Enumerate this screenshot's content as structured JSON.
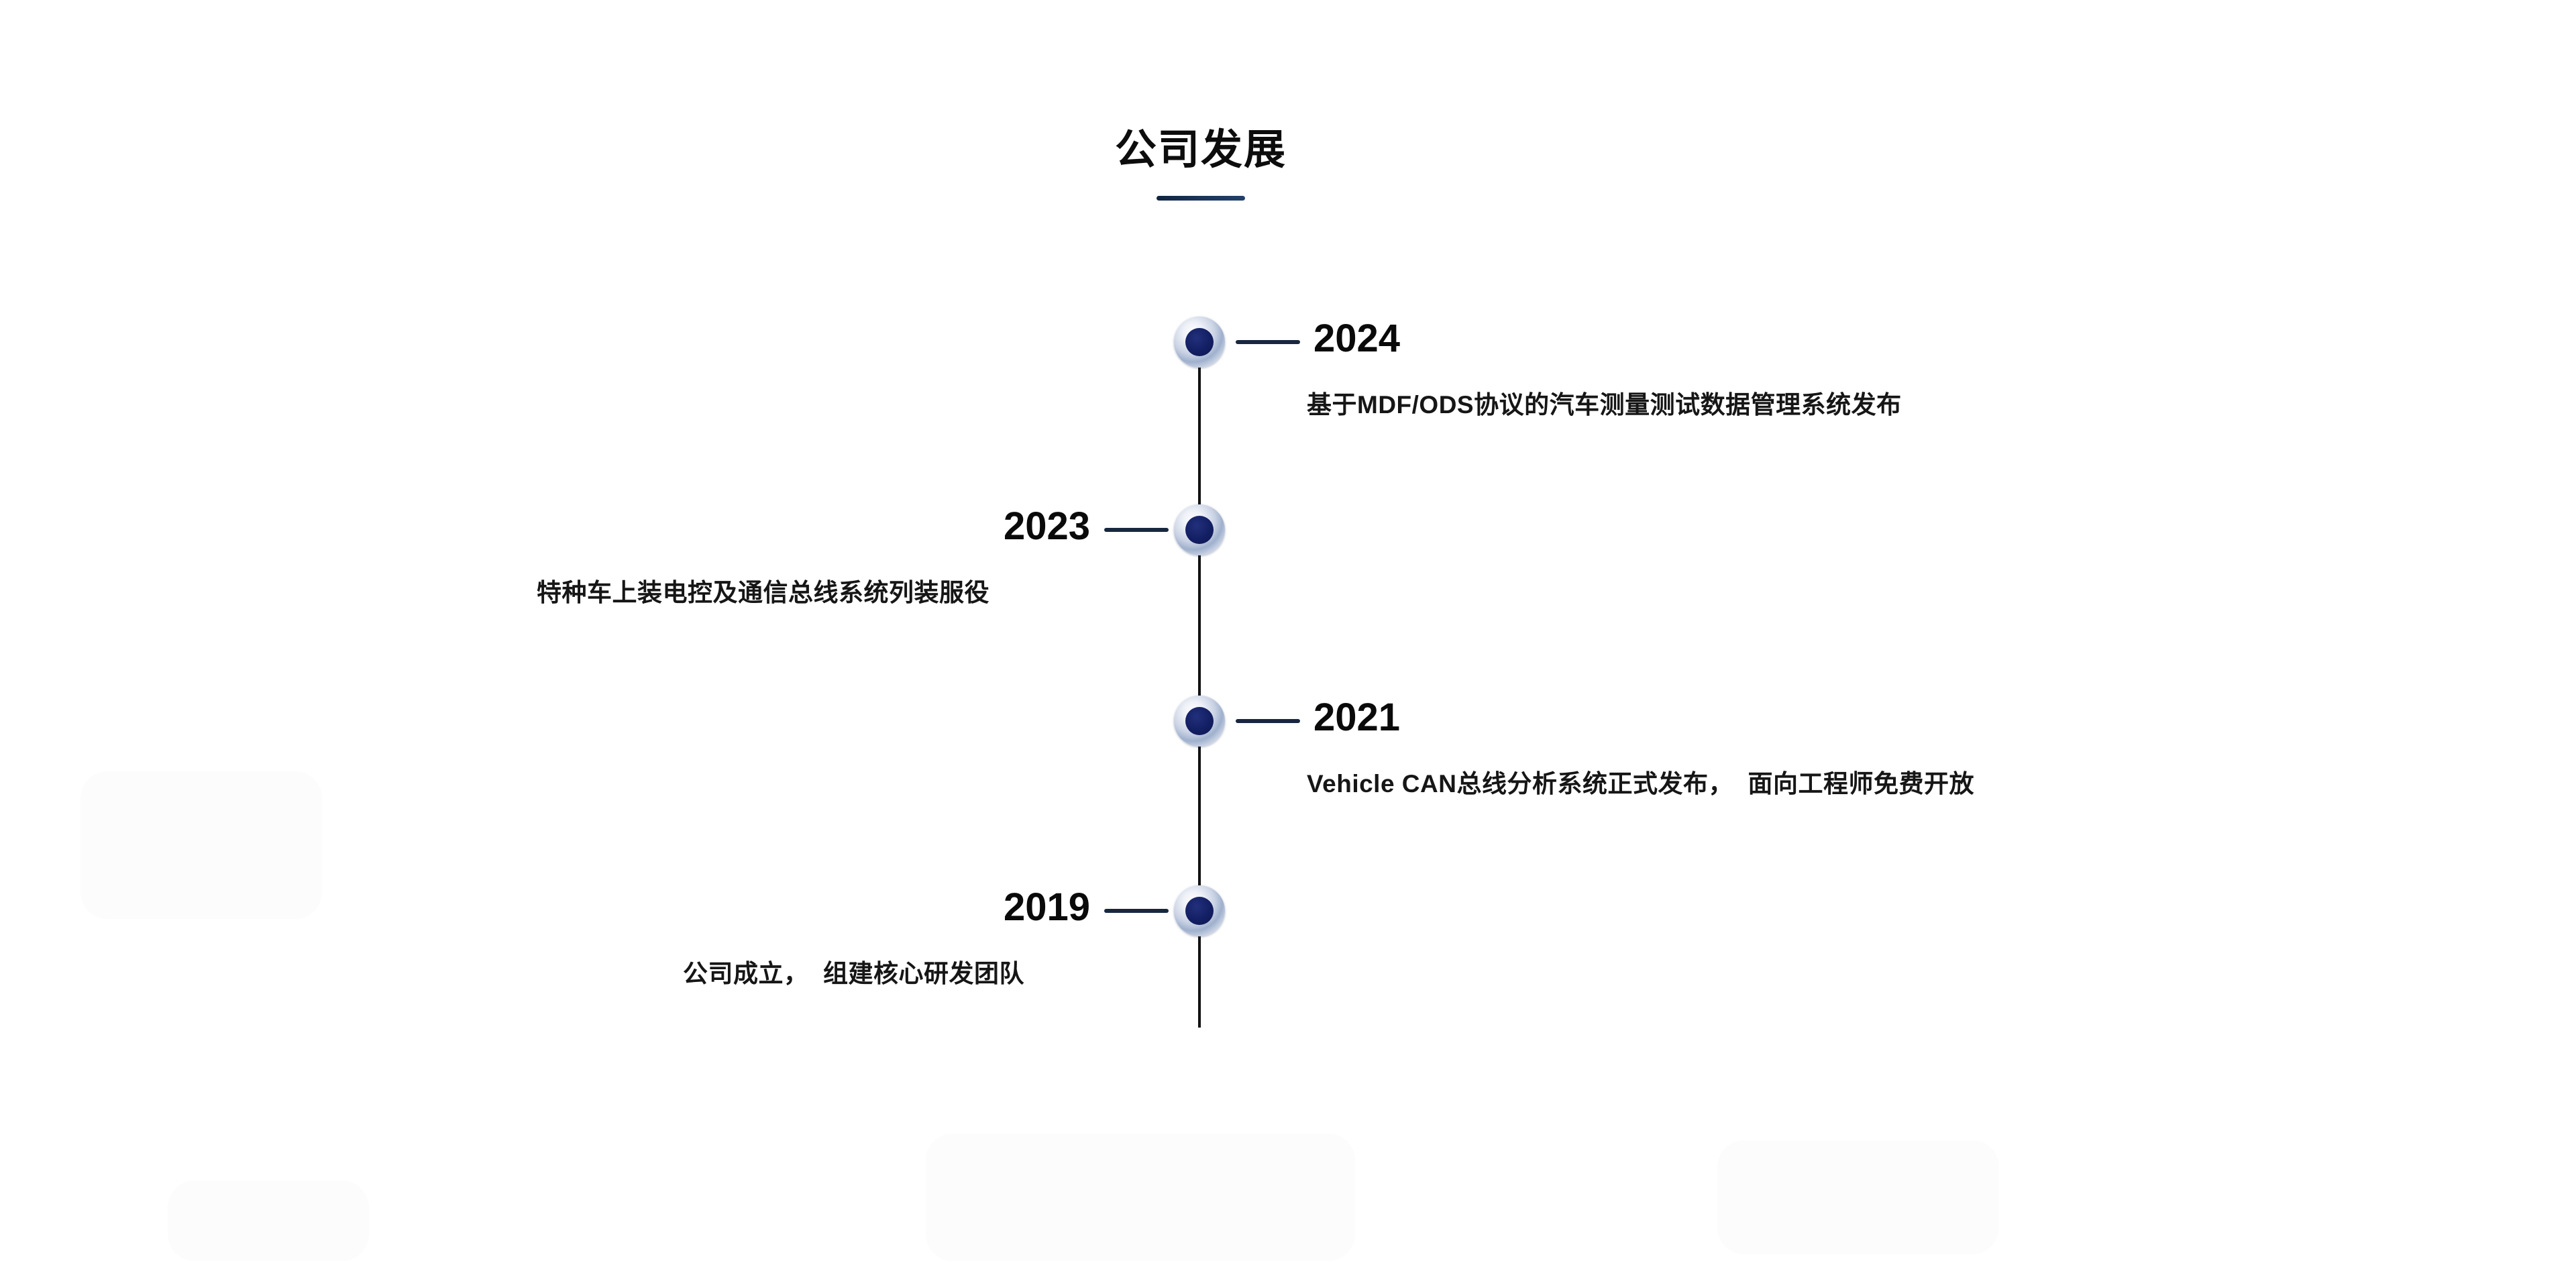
{
  "header": {
    "title": "公司发展",
    "underline_color": "#18304f"
  },
  "theme": {
    "background": "#ffffff",
    "axis_color": "#121212",
    "dot_ring_color": "#c9d2e4",
    "dot_core_color": "#131f63",
    "dash_color": "#18273f",
    "year_color": "#0a0a0a",
    "desc_color": "#161616"
  },
  "timeline": {
    "orientation": "vertical",
    "milestones": [
      {
        "year": "2024",
        "side": "right",
        "description": "基于MDF/ODS协议的汽车测量测试数据管理系统发布"
      },
      {
        "year": "2023",
        "side": "left",
        "description": "特种车上装电控及通信总线系统列装服役"
      },
      {
        "year": "2021",
        "side": "right",
        "description": "Vehicle CAN总线分析系统正式发布，  面向工程师免费开放"
      },
      {
        "year": "2019",
        "side": "left",
        "description": "公司成立，  组建核心研发团队"
      }
    ]
  }
}
